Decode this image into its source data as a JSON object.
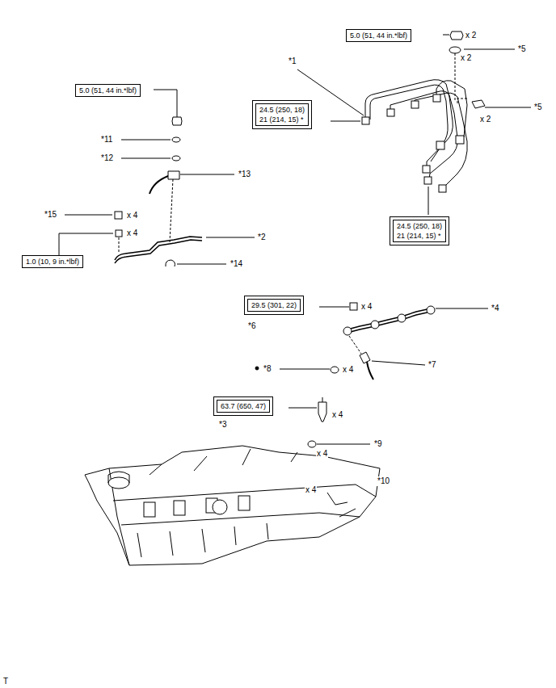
{
  "diagram": {
    "nodes": [
      {
        "text": [
          "5.0 (51, 44 in.*lbf)"
        ]
      },
      {
        "text": [
          "5.0 (51, 44 in.*lbf)"
        ]
      },
      {
        "text": [
          "24.5 (250, 18)",
          "21 (214, 15) *"
        ]
      },
      {
        "text": [
          "24.5 (250, 18)",
          "21 (214, 15) *"
        ]
      },
      {
        "text": [
          "1.0 (10, 9 in.*lbf)"
        ]
      },
      {
        "text": [
          "29.5 (301, 22)"
        ]
      },
      {
        "text": [
          "63.7 (650, 47)"
        ]
      }
    ],
    "labels": [
      "*1",
      "*2",
      "*3",
      "*4",
      "*5",
      "*5",
      "*6",
      "*7",
      "*8",
      "*9",
      "*10",
      "*11",
      "*12",
      "*13",
      "*14",
      "*15",
      "x 2",
      "x 2",
      "x 2",
      "x 4",
      "x 4",
      "x 4",
      "x 4",
      "x 4",
      "x 4",
      "x 4",
      "T"
    ]
  }
}
